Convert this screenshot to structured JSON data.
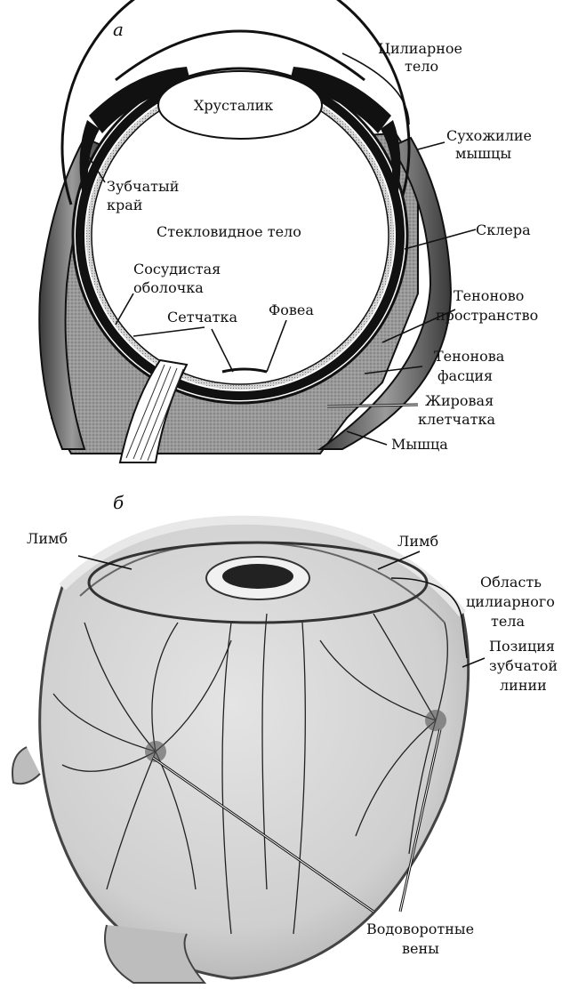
{
  "panel_a": {
    "letter": "а",
    "labels": {
      "ciliary_body": [
        "Цилиарное",
        "тело"
      ],
      "lens": "Хрусталик",
      "muscle_tendon": [
        "Сухожилие",
        "мышцы"
      ],
      "ora_serrata": [
        "Зубчатый",
        "край"
      ],
      "vitreous": "Стекловидное тело",
      "sclera": "Склера",
      "choroid": [
        "Сосудистая",
        "оболочка"
      ],
      "tenon_space": [
        "Теноново",
        "пространство"
      ],
      "retina": "Сетчатка",
      "fovea": "Фовеа",
      "tenon_fascia": [
        "Тенонова",
        "фасция"
      ],
      "fat": [
        "Жировая",
        "клетчатка"
      ],
      "muscle": "Мышца"
    }
  },
  "panel_b": {
    "letter": "б",
    "labels": {
      "limbus_left": "Лимб",
      "limbus_right": "Лимб",
      "ciliary_region": [
        "Область",
        "цилиарного",
        "тела"
      ],
      "ora_position": [
        "Позиция",
        "зубчатой",
        "линии"
      ],
      "vortex_veins": [
        "Водоворотные",
        "вены"
      ]
    }
  },
  "colors": {
    "ink": "#111111",
    "tissue_gray": "#8a8a8a",
    "fat_gray": "#a9a9a9",
    "globe_gray": "#c9c9c9"
  }
}
